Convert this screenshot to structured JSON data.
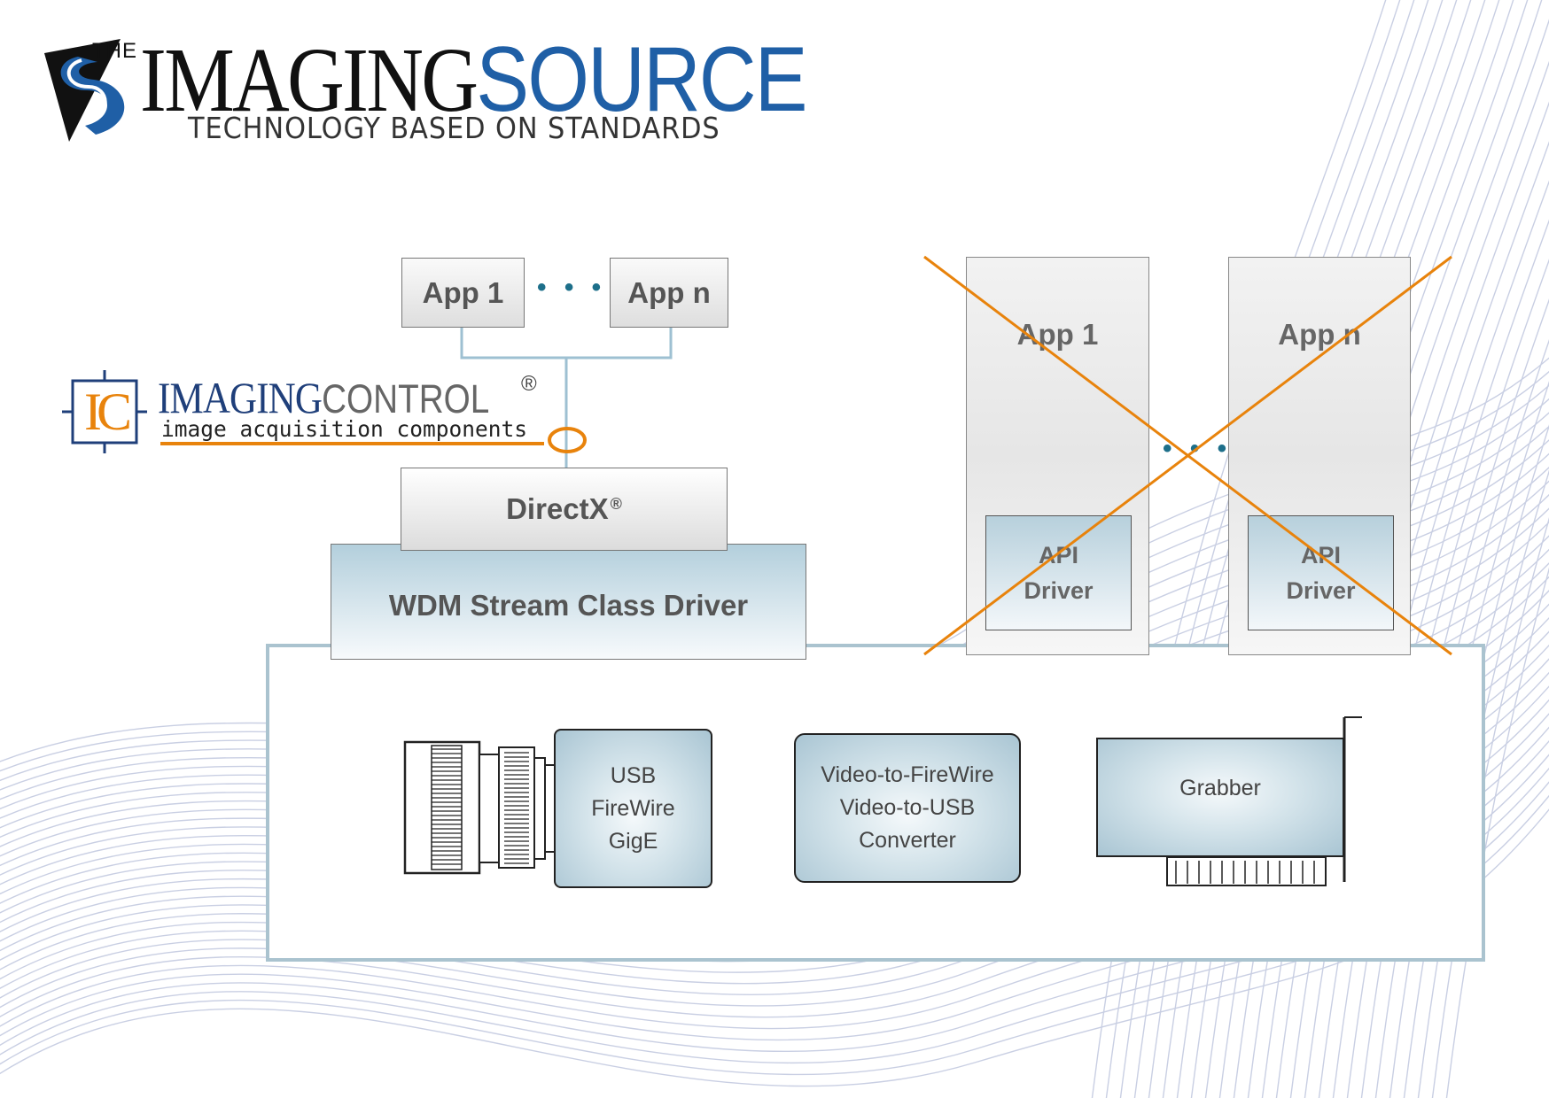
{
  "logo": {
    "the": "THE",
    "imaging": "IMAGING",
    "source": "SOURCE",
    "tagline": "TECHNOLOGY BASED ON STANDARDS"
  },
  "left_stack": {
    "app1": "App 1",
    "dots": "• • •",
    "appn": "App n"
  },
  "imaging_control": {
    "ic_mark": "IC",
    "imaging": "IMAGING",
    "control": "CONTROL",
    "registered": "®",
    "subtitle": "image acquisition components"
  },
  "directx": {
    "label": "DirectX",
    "registered": "®"
  },
  "wdm": {
    "label": "WDM Stream Class Driver"
  },
  "right_stacks": [
    {
      "title": "App 1",
      "api_line1": "API",
      "api_line2": "Driver"
    },
    {
      "title": "App n",
      "api_line1": "API",
      "api_line2": "Driver"
    }
  ],
  "right_dots": "• • •",
  "devices": {
    "camera": {
      "line1": "USB",
      "line2": "FireWire",
      "line3": "GigE"
    },
    "converter": {
      "line1": "Video-to-FireWire",
      "line2": "Video-to-USB",
      "line3": "Converter"
    },
    "grabber": {
      "label": "Grabber"
    }
  },
  "colors": {
    "brand_blue": "#1f5fa6",
    "accent_orange": "#e8830c",
    "connector_blue": "#9ec0d2",
    "frame_blue": "#aac3cf"
  }
}
